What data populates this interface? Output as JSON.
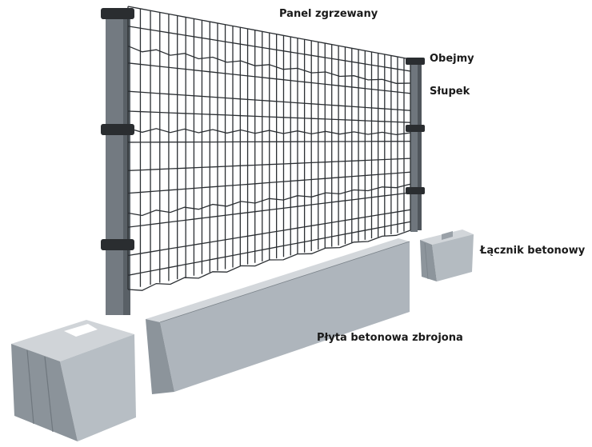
{
  "labels": {
    "panel": "Panel zgrzewany",
    "obejmy": "Obejmy",
    "slupek": "Słupek",
    "lacznik": "Łącznik betonowy",
    "plyta": "Płyta betonowa zbrojona"
  },
  "colors": {
    "post": "#6f767d",
    "post_dark": "#4e545a",
    "wire": "#2b2f33",
    "concrete_light": "#c9ced3",
    "concrete_mid": "#a9b0b7",
    "concrete_dark": "#8a9299",
    "clamp": "#2a2d30"
  }
}
